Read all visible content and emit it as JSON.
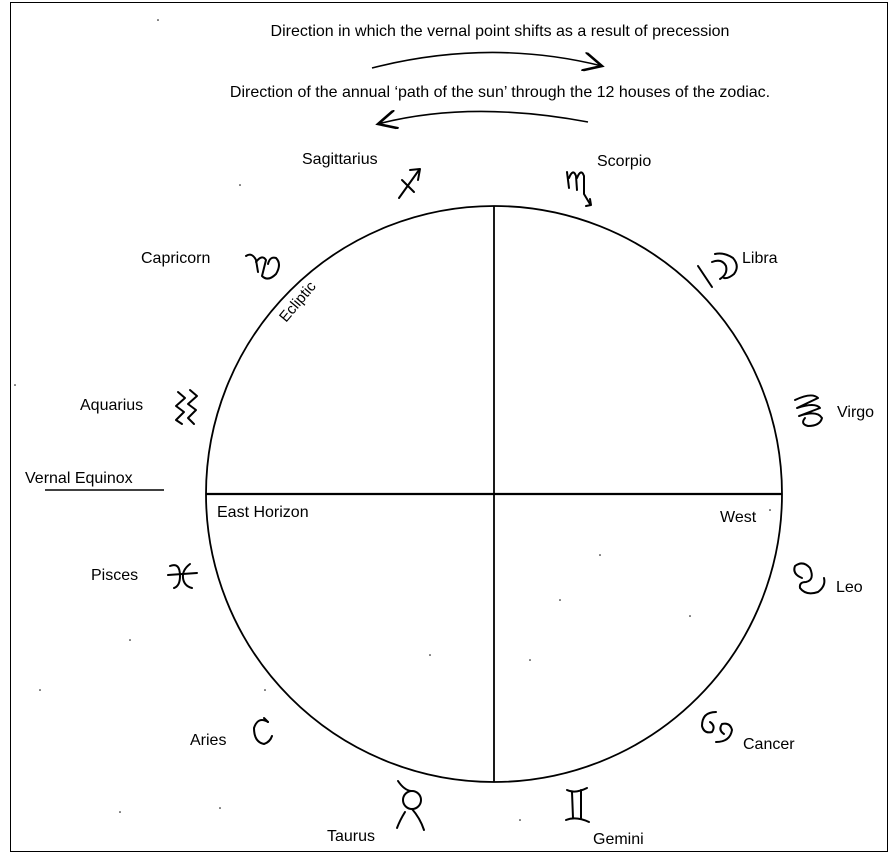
{
  "header": {
    "precession_label": "Direction in which the vernal point shifts as a result of precession",
    "sun_path_label": "Direction of the annual ‘path of the sun’ through the 12 houses of the zodiac."
  },
  "circle": {
    "ecliptic_label": "Ecliptic",
    "east_label": "East Horizon",
    "west_label": "West",
    "vernal_equinox_label": "Vernal Equinox"
  },
  "signs": {
    "sagittarius": "Sagittarius",
    "scorpio": "Scorpio",
    "libra": "Libra",
    "virgo": "Virgo",
    "leo": "Leo",
    "cancer": "Cancer",
    "gemini": "Gemini",
    "taurus": "Taurus",
    "aries": "Aries",
    "pisces": "Pisces",
    "aquarius": "Aquarius",
    "capricorn": "Capricorn"
  },
  "icons": {
    "sagittarius": "sagittarius-symbol-icon",
    "scorpio": "scorpio-symbol-icon",
    "libra": "libra-symbol-icon",
    "virgo": "virgo-symbol-icon",
    "leo": "leo-symbol-icon",
    "cancer": "cancer-symbol-icon",
    "gemini": "gemini-symbol-icon",
    "taurus": "taurus-symbol-icon",
    "aries": "aries-symbol-icon",
    "pisces": "pisces-symbol-icon",
    "aquarius": "aquarius-symbol-icon",
    "capricorn": "capricorn-symbol-icon"
  }
}
